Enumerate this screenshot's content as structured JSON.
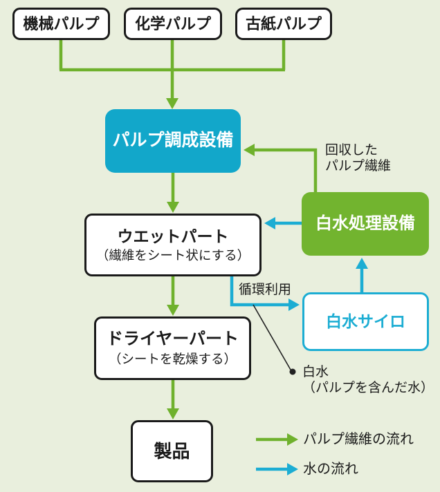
{
  "nodes": {
    "mechanical_pulp": "機械パルプ",
    "chemical_pulp": "化学パルプ",
    "recycled_pulp": "古紙パルプ",
    "pulp_preparation": "パルプ調成設備",
    "wet_part_title": "ウエットパート",
    "wet_part_subtitle": "（繊維をシート状にする）",
    "dryer_part_title": "ドライヤーパート",
    "dryer_part_subtitle": "（シートを乾燥する）",
    "product": "製品",
    "white_water_treatment": "白水処理設備",
    "white_water_silo": "白水サイロ"
  },
  "annotations": {
    "recovered_fiber_line1": "回収した",
    "recovered_fiber_line2": "パルプ繊維",
    "circulation": "循環利用",
    "white_water_line1": "白水",
    "white_water_line2": "（パルプを含んだ水）"
  },
  "legend": {
    "pulp_flow": "パルプ繊維の流れ",
    "water_flow": "水の流れ"
  },
  "colors": {
    "background": "#E9EFDD",
    "pulp_flow_green": "#6FB12D",
    "water_flow_cyan": "#1CADD3",
    "preparation_box_fill": "#12A7CA",
    "treatment_box_fill": "#72B42F",
    "outline_black": "#1A1A1A"
  }
}
